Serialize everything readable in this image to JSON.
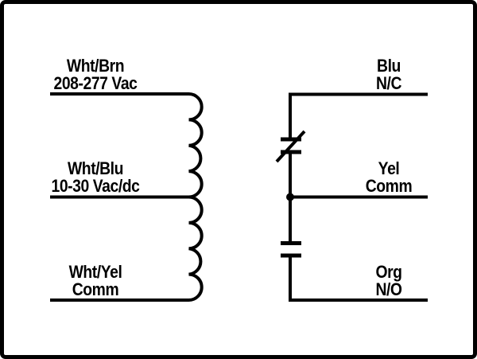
{
  "diagram": {
    "type": "relay-wiring-schematic",
    "colors": {
      "line": "#000000",
      "background": "#ffffff",
      "border": "#000000"
    },
    "symbols": {
      "coil": "tapped-coil",
      "nc_contact": "normally-closed-contact",
      "no_contact": "normally-open-contact",
      "junction": "junction-dot"
    }
  },
  "terminals": {
    "left": [
      {
        "wire": "Wht/Brn",
        "spec": "208-277 Vac"
      },
      {
        "wire": "Wht/Blu",
        "spec": "10-30 Vac/dc"
      },
      {
        "wire": "Wht/Yel",
        "spec": "Comm"
      }
    ],
    "right": [
      {
        "wire": "Blu",
        "contact": "N/C"
      },
      {
        "wire": "Yel",
        "contact": "Comm"
      },
      {
        "wire": "Org",
        "contact": "N/O"
      }
    ]
  }
}
